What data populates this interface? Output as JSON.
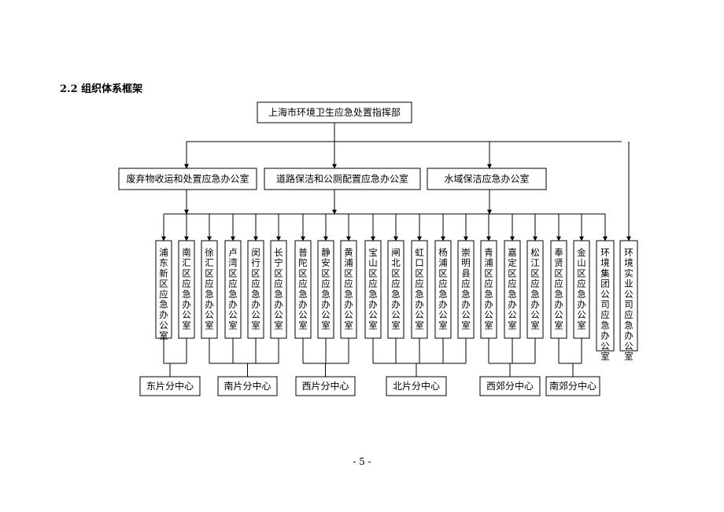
{
  "section_heading": "2.2 组织体系框架",
  "page_number": "- 5 -",
  "root": "上海市环境卫生应急处置指挥部",
  "level2": [
    "废弃物收运和处置应急办公室",
    "道路保洁和公厕配置应急办公室",
    "水域保洁应急办公室"
  ],
  "districts": [
    "浦东新区应急办公室",
    "南汇区应急办公室",
    "徐汇区应急办公室",
    "卢湾区应急办公室",
    "闵行区应急办公室",
    "长宁区应急办公室",
    "普陀区应急办公室",
    "静安区应急办公室",
    "黄浦区应急办公室",
    "宝山区应急办公室",
    "闸北区应急办公室",
    "虹口区应急办公室",
    "杨浦区应急办公室",
    "崇明县应急办公室",
    "青浦区应急办公室",
    "嘉定区应急办公室",
    "松江区应急办公室",
    "奉贤区应急办公室",
    "金山区应急办公室"
  ],
  "companies": [
    "环境集团公司应急办公室",
    "环境实业公司应急办公室"
  ],
  "centers": [
    {
      "label": "东片分中心",
      "members": [
        0,
        1
      ]
    },
    {
      "label": "南片分中心",
      "members": [
        2,
        3,
        4,
        5
      ]
    },
    {
      "label": "西片分中心",
      "members": [
        6,
        7,
        8
      ]
    },
    {
      "label": "北片分中心",
      "members": [
        9,
        10,
        11,
        12,
        13
      ]
    },
    {
      "label": "西郊分中心",
      "members": [
        14,
        15,
        16
      ]
    },
    {
      "label": "南郊分中心",
      "members": [
        17,
        18
      ]
    }
  ]
}
